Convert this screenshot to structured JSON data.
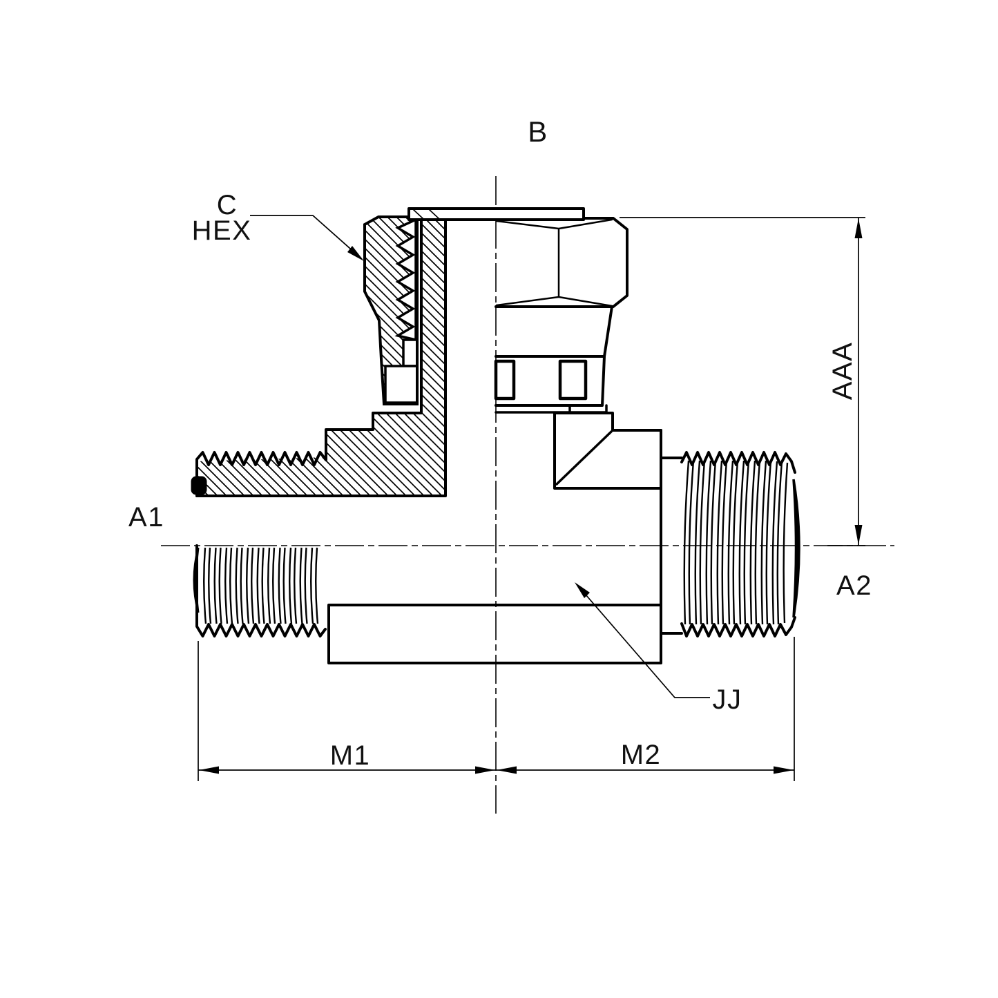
{
  "drawing": {
    "labels": {
      "b": {
        "text": "B"
      },
      "c": {
        "text": "C"
      },
      "hex": {
        "text": "HEX"
      },
      "a1": {
        "text": "A1"
      },
      "a2": {
        "text": "A2"
      },
      "aaa": {
        "text": "AAA"
      },
      "m1": {
        "text": "M1"
      },
      "m2": {
        "text": "M2"
      },
      "jj": {
        "text": "JJ"
      }
    },
    "colors": {
      "line": "#000000",
      "background": "#ffffff"
    }
  }
}
